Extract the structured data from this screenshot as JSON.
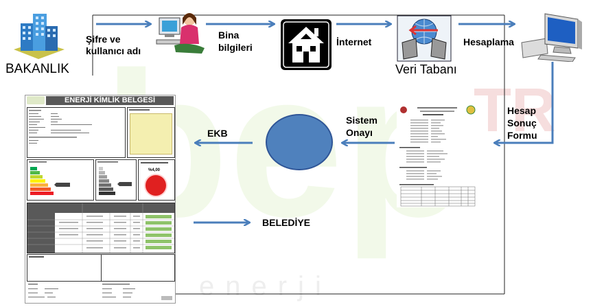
{
  "nodes": {
    "bakanlik": "BAKANLIK",
    "sifre": "Şifre ve\nkullanıcı adı",
    "bina": "Bina\nbilgileri",
    "internet": "İnternet",
    "veritabani": "Veri Tabanı",
    "hesaplama": "Hesaplama",
    "hesap_sonuc": "Hesap\nSonuç\nFormu",
    "sistem_onayi": "Sistem\nOnayı",
    "ekb": "EKB",
    "belediye": "BELEDİYE"
  },
  "ekb_document": {
    "title": "ENERJİ KİMLİK BELGESİ",
    "score": "%4,00"
  },
  "watermark": {
    "letters": "bep",
    "tr": "TR",
    "word": "enerji"
  },
  "colors": {
    "arrow": "#4a7ebb",
    "ellipse_fill": "#4f81bd",
    "ellipse_stroke": "#2f5597",
    "red_indicator": "#e02020",
    "yellow_map": "#f4efb0"
  }
}
